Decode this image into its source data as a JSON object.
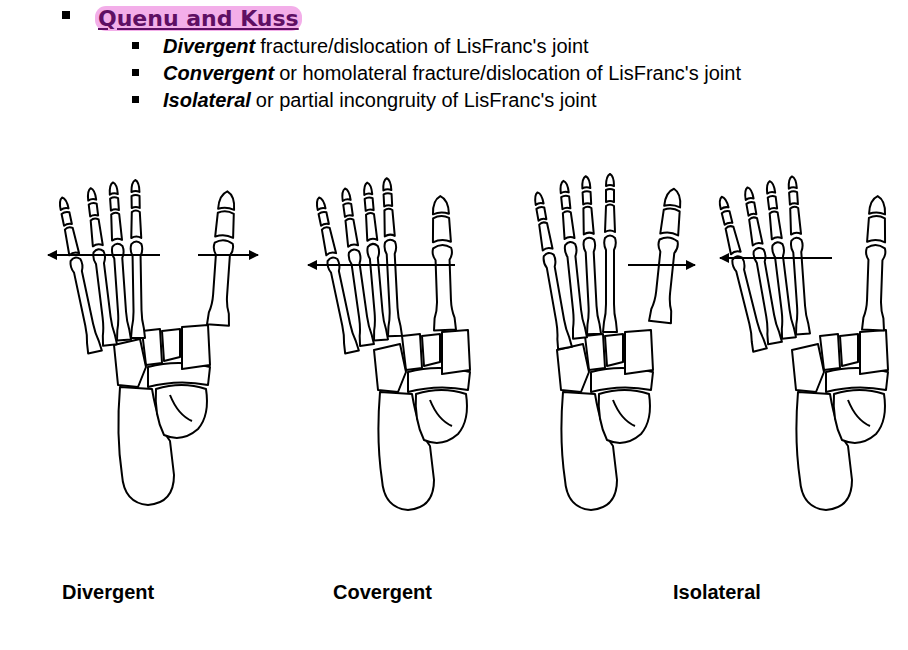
{
  "diagram": {
    "title": "Quenu and Kuss",
    "labels": [
      "Divergent",
      "fracture/dislocation of LisFranc's joint",
      "Convergent",
      "or homolateral fracture/dislocation of LisFranc's joint",
      "Isolateral",
      "or partial incongruity of LisFranc's joint",
      "Divergent",
      "Covergent",
      "Isolateral"
    ]
  }
}
